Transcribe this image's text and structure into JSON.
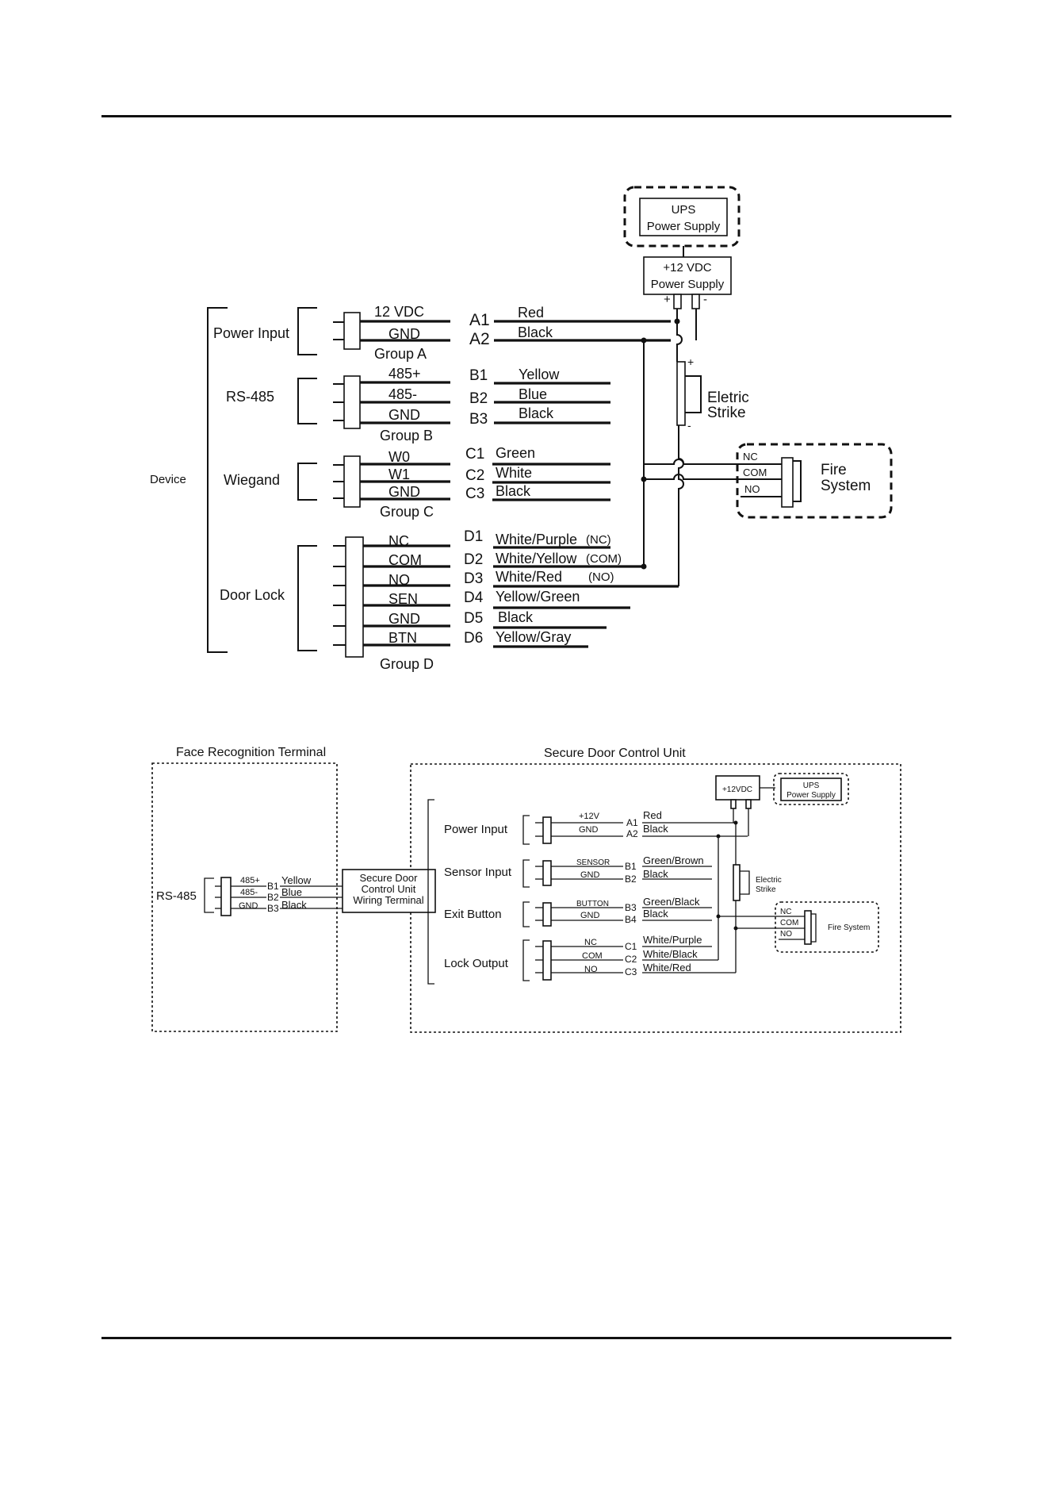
{
  "diagram1": {
    "device_label": "Device",
    "ups": {
      "line1": "UPS",
      "line2": "Power Supply"
    },
    "psu": {
      "line1": "+12 VDC",
      "line2": "Power Supply",
      "plus": "+",
      "minus": "-"
    },
    "strike": {
      "line1": "Eletric",
      "line2": "Strike",
      "plus": "+",
      "minus": "-"
    },
    "fire": {
      "line1": "Fire",
      "line2": "System",
      "nc": "NC",
      "com": "COM",
      "no": "NO"
    },
    "groups": [
      {
        "name": "Power Input",
        "caption": "Group A",
        "rows": [
          {
            "pin": "12 VDC",
            "id": "A1",
            "wire": "Red"
          },
          {
            "pin": "GND",
            "id": "A2",
            "wire": "Black"
          }
        ]
      },
      {
        "name": "RS-485",
        "caption": "Group B",
        "rows": [
          {
            "pin": "485+",
            "id": "B1",
            "wire": "Yellow"
          },
          {
            "pin": "485-",
            "id": "B2",
            "wire": "Blue"
          },
          {
            "pin": "GND",
            "id": "B3",
            "wire": "Black"
          }
        ]
      },
      {
        "name": "Wiegand",
        "caption": "Group C",
        "rows": [
          {
            "pin": "W0",
            "id": "C1",
            "wire": "Green"
          },
          {
            "pin": "W1",
            "id": "C2",
            "wire": "White"
          },
          {
            "pin": "GND",
            "id": "C3",
            "wire": "Black"
          }
        ]
      },
      {
        "name": "Door Lock",
        "caption": "Group D",
        "rows": [
          {
            "pin": "NC",
            "id": "D1",
            "wire": "White/Purple",
            "note": "(NC)"
          },
          {
            "pin": "COM",
            "id": "D2",
            "wire": "White/Yellow",
            "note": "(COM)"
          },
          {
            "pin": "NO",
            "id": "D3",
            "wire": "White/Red",
            "note": "(NO)"
          },
          {
            "pin": "SEN",
            "id": "D4",
            "wire": "Yellow/Green"
          },
          {
            "pin": "GND",
            "id": "D5",
            "wire": "Black"
          },
          {
            "pin": "BTN",
            "id": "D6",
            "wire": "Yellow/Gray"
          }
        ]
      }
    ]
  },
  "diagram2": {
    "left_title": "Face Recognition Terminal",
    "right_title": "Secure Door Control Unit",
    "rs485": {
      "label": "RS-485",
      "rows": [
        {
          "pin": "485+",
          "id": "B1",
          "wire": "Yellow"
        },
        {
          "pin": "485-",
          "id": "B2",
          "wire": "Blue"
        },
        {
          "pin": "GND",
          "id": "B3",
          "wire": "Black"
        }
      ]
    },
    "wiring_terminal": {
      "line1": "Secure Door",
      "line2": "Control Unit",
      "line3": "Wiring Terminal"
    },
    "psu": "+12VDC",
    "ups": {
      "line1": "UPS",
      "line2": "Power Supply"
    },
    "strike": {
      "line1": "Electric",
      "line2": "Strike"
    },
    "fire": {
      "label": "Fire System",
      "nc": "NC",
      "com": "COM",
      "no": "NO"
    },
    "groups": [
      {
        "name": "Power Input",
        "rows": [
          {
            "pin": "+12V",
            "id": "A1",
            "wire": "Red"
          },
          {
            "pin": "GND",
            "id": "A2",
            "wire": "Black"
          }
        ]
      },
      {
        "name": "Sensor Input",
        "rows": [
          {
            "pin": "SENSOR",
            "id": "B1",
            "wire": "Green/Brown"
          },
          {
            "pin": "GND",
            "id": "B2",
            "wire": "Black"
          }
        ]
      },
      {
        "name": "Exit Button",
        "rows": [
          {
            "pin": "BUTTON",
            "id": "B3",
            "wire": "Green/Black"
          },
          {
            "pin": "GND",
            "id": "B4",
            "wire": "Black"
          }
        ]
      },
      {
        "name": "Lock Output",
        "rows": [
          {
            "pin": "NC",
            "id": "C1",
            "wire": "White/Purple"
          },
          {
            "pin": "COM",
            "id": "C2",
            "wire": "White/Black"
          },
          {
            "pin": "NO",
            "id": "C3",
            "wire": "White/Red"
          }
        ]
      }
    ]
  }
}
